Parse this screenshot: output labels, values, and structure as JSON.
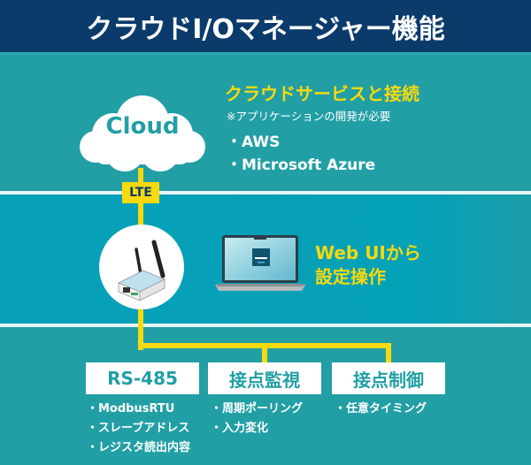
{
  "header": {
    "title": "クラウドI/Oマネージャー機能"
  },
  "cloud": {
    "label": "Cloud",
    "connection_label": "LTE",
    "title": "クラウドサービスと接続",
    "note": "※アプリケーションの開発が必要",
    "services": [
      "・AWS",
      "・Microsoft Azure"
    ]
  },
  "web_ui": {
    "line1": "Web UIから",
    "line2": "設定操作"
  },
  "functions": [
    {
      "label": "RS-485",
      "items": [
        "・ModbusRTU",
        "・スレーブアドレス",
        "・レジスタ読出内容"
      ]
    },
    {
      "label": "接点監視",
      "items": [
        "・周期ポーリング",
        "・入力変化"
      ]
    },
    {
      "label": "接点制御",
      "items": [
        "・任意タイミング"
      ]
    }
  ],
  "colors": {
    "header_bg": "#0b3b6b",
    "teal": "#229fa5",
    "band": "#07a0b9",
    "accent_yellow": "#f6d90f"
  }
}
